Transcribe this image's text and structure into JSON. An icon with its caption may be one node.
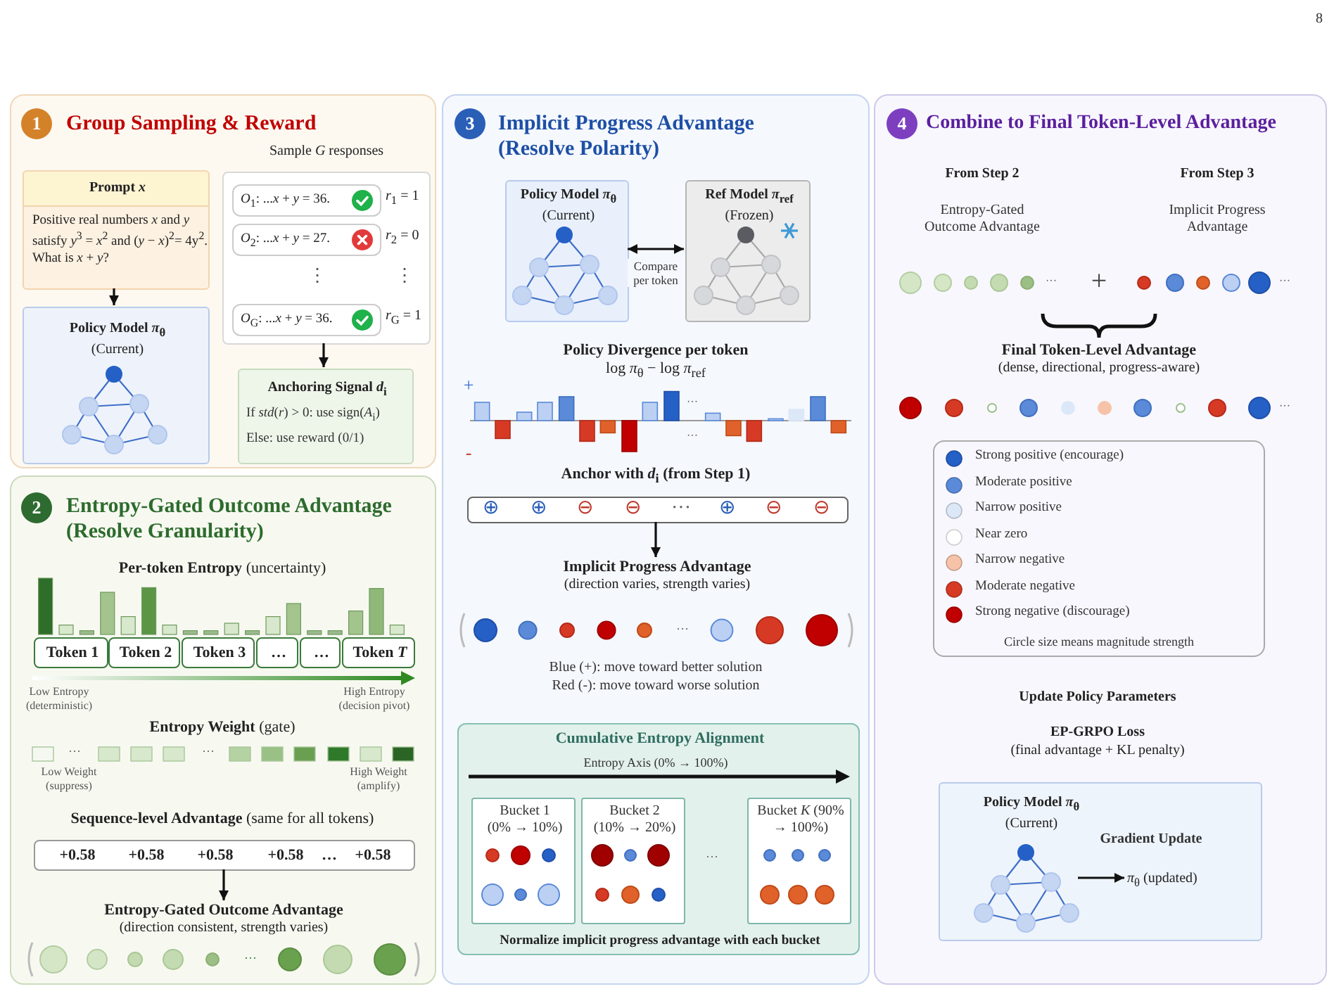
{
  "diagram": {
    "nodes": [
      {
        "text": [
          "Group Sampling & Reward"
        ]
      },
      {
        "text": [
          "1"
        ],
        "in": 0
      },
      {
        "text": [
          "Prompt *x*",
          "Positive real numbers *x* and *y* satisfy *y*$^{3}$ = *x*$^{2}$ and (*y* − *x*)$^{2}$= 4y$^{2}$. What is *x* + *y*?"
        ],
        "in": 0
      },
      {
        "text": [
          "Policy Model *π*$_{θ}$",
          "(Current)"
        ],
        "in": 0
      },
      {
        "text": [
          "Sample *G* responses"
        ],
        "in": 0
      },
      {
        "text": [
          "*O*$_{1}$: ...*x* + *y* = 36."
        ],
        "in": 4,
        "beside": [
          "*r*$_{1}$ = 1"
        ]
      },
      {
        "text": [
          "*O*$_{2}$: ...*x* + *y* = 27."
        ],
        "in": 4,
        "beside": [
          "*r*$_{2}$ = 0"
        ]
      },
      {
        "text": [
          "*O*$_{G}$: ...*x* + *y* = 36."
        ],
        "in": 4,
        "beside": [
          "*r*$_{G}$ = 1"
        ]
      },
      {
        "text": [
          "Anchoring Signal *d*$_{i}$",
          "If *std*(*r*) > 0: use sign(*A*$_{i}$)",
          "Else: use reward (0/1)"
        ],
        "in": 0
      },
      {
        "text": [
          "Entropy-Gated Outcome Advantage (Resolve Granularity)"
        ]
      },
      {
        "text": [
          "2"
        ],
        "in": 9
      },
      {
        "text": [
          "Token 1"
        ],
        "in": 9
      },
      {
        "text": [
          "Token 2"
        ],
        "in": 9
      },
      {
        "text": [
          "Token 3"
        ],
        "in": 9
      },
      {
        "text": [
          "…"
        ],
        "in": 9
      },
      {
        "text": [
          "…"
        ],
        "in": 9
      },
      {
        "text": [
          "Token *T*"
        ],
        "in": 9
      },
      {
        "text": [
          "+0.58",
          "+0.58",
          "+0.58",
          "+0.58",
          "…",
          "+0.58"
        ],
        "in": 9
      },
      {
        "text": [
          "Entropy-Gated Outcome Advantage",
          "(direction consistent, strength varies)"
        ],
        "in": 9
      },
      {
        "text": [
          "Implicit Progress Advantage (Resolve Polarity)"
        ]
      },
      {
        "text": [
          "3"
        ],
        "in": 19
      },
      {
        "text": [
          "Policy Model *π*$_{θ}$",
          "(Current)"
        ],
        "in": 19
      },
      {
        "text": [
          "Ref Model *π*$_{ref}$",
          "(Frozen)"
        ],
        "in": 19
      },
      {
        "text": [
          "⊕",
          "⊕",
          "⊖",
          "⊖",
          "···",
          "⊕",
          "⊖",
          "⊖"
        ],
        "in": 19
      },
      {
        "text": [
          "Implicit Progress Advantage",
          "(direction varies, strength varies)"
        ],
        "in": 19
      },
      {
        "text": [
          "Cumulative Entropy Alignment",
          "Normalize implicit progress advantage with each bucket"
        ],
        "in": 19
      },
      {
        "text": [
          "Bucket 1 (0% → 10%)"
        ],
        "in": 25
      },
      {
        "text": [
          "Bucket 2 (10% → 20%)"
        ],
        "in": 25
      },
      {
        "text": [
          "Bucket *K* (90% → 100%)"
        ],
        "in": 25
      },
      {
        "text": [
          "Combine to Final Token-Level Advantage"
        ]
      },
      {
        "text": [
          "4"
        ],
        "in": 29
      },
      {
        "text": [
          "Policy Model *π*$_{θ}$",
          "(Current)"
        ],
        "in": 29
      },
      {
        "text": [
          "*π*$_{θ}$ (updated)"
        ],
        "in": 31
      },
      {
        "text": [],
        "shape": "network",
        "in": 31
      }
    ],
    "edges": [
      {
        "from": 2,
        "to": 3,
        "arrow": "to"
      },
      {
        "from": 4,
        "to": 8,
        "arrow": "to"
      },
      {
        "from": 17,
        "to": 18,
        "arrow": "to"
      },
      {
        "from": 21,
        "to": 22,
        "arrow": "both",
        "label": "Compare per token"
      },
      {
        "from": 23,
        "to": 24,
        "arrow": "to"
      },
      {
        "from": 33,
        "to": 32,
        "arrow": "to",
        "label": "Gradient Update"
      }
    ],
    "labels": [
      "8",
      "⋮",
      "⋮",
      "**Per-token Entropy** (uncertainty)",
      "Low Entropy (deterministic)",
      "High Entropy (decision pivot)",
      "**Entropy Weight** (gate)",
      "···",
      "···",
      "Low Weight (suppress)",
      "High Weight (amplify)",
      "**Sequence-level Advantage** (same for all tokens)",
      "···",
      "Policy Divergence per token",
      "log *π*$_{θ}$ − log *π*$_{ref}$",
      "+",
      "-",
      "···",
      "···",
      "Anchor with *d*$_{i}$ (from Step 1)",
      "···",
      "Blue (+): move toward better solution",
      "Red (-): move toward worse solution",
      "Entropy Axis (0% → 100%)",
      "···",
      "From Step 2",
      "Entropy-Gated Outcome Advantage",
      "From Step 3",
      "Implicit Progress Advantage",
      "+",
      "···",
      "···",
      "Final Token-Level Advantage",
      "(dense, directional, progress-aware)",
      "···",
      "Circle size means magnitude strength",
      "Update Policy Parameters",
      "EP-GRPO Loss",
      "(final advantage + KL penalty)"
    ],
    "legend": [
      {
        "text": "Strong positive (encourage)",
        "color": "#2560c6"
      },
      {
        "text": "Moderate positive",
        "color": "#5a8ad8"
      },
      {
        "text": "Narrow positive",
        "color": "#dce8f7"
      },
      {
        "text": "Near zero",
        "color": "#ffffff"
      },
      {
        "text": "Narrow negative",
        "color": "#f6c3a9"
      },
      {
        "text": "Moderate negative",
        "color": "#d63a25"
      },
      {
        "text": "Strong negative (discourage)",
        "color": "#c00000"
      }
    ]
  }
}
